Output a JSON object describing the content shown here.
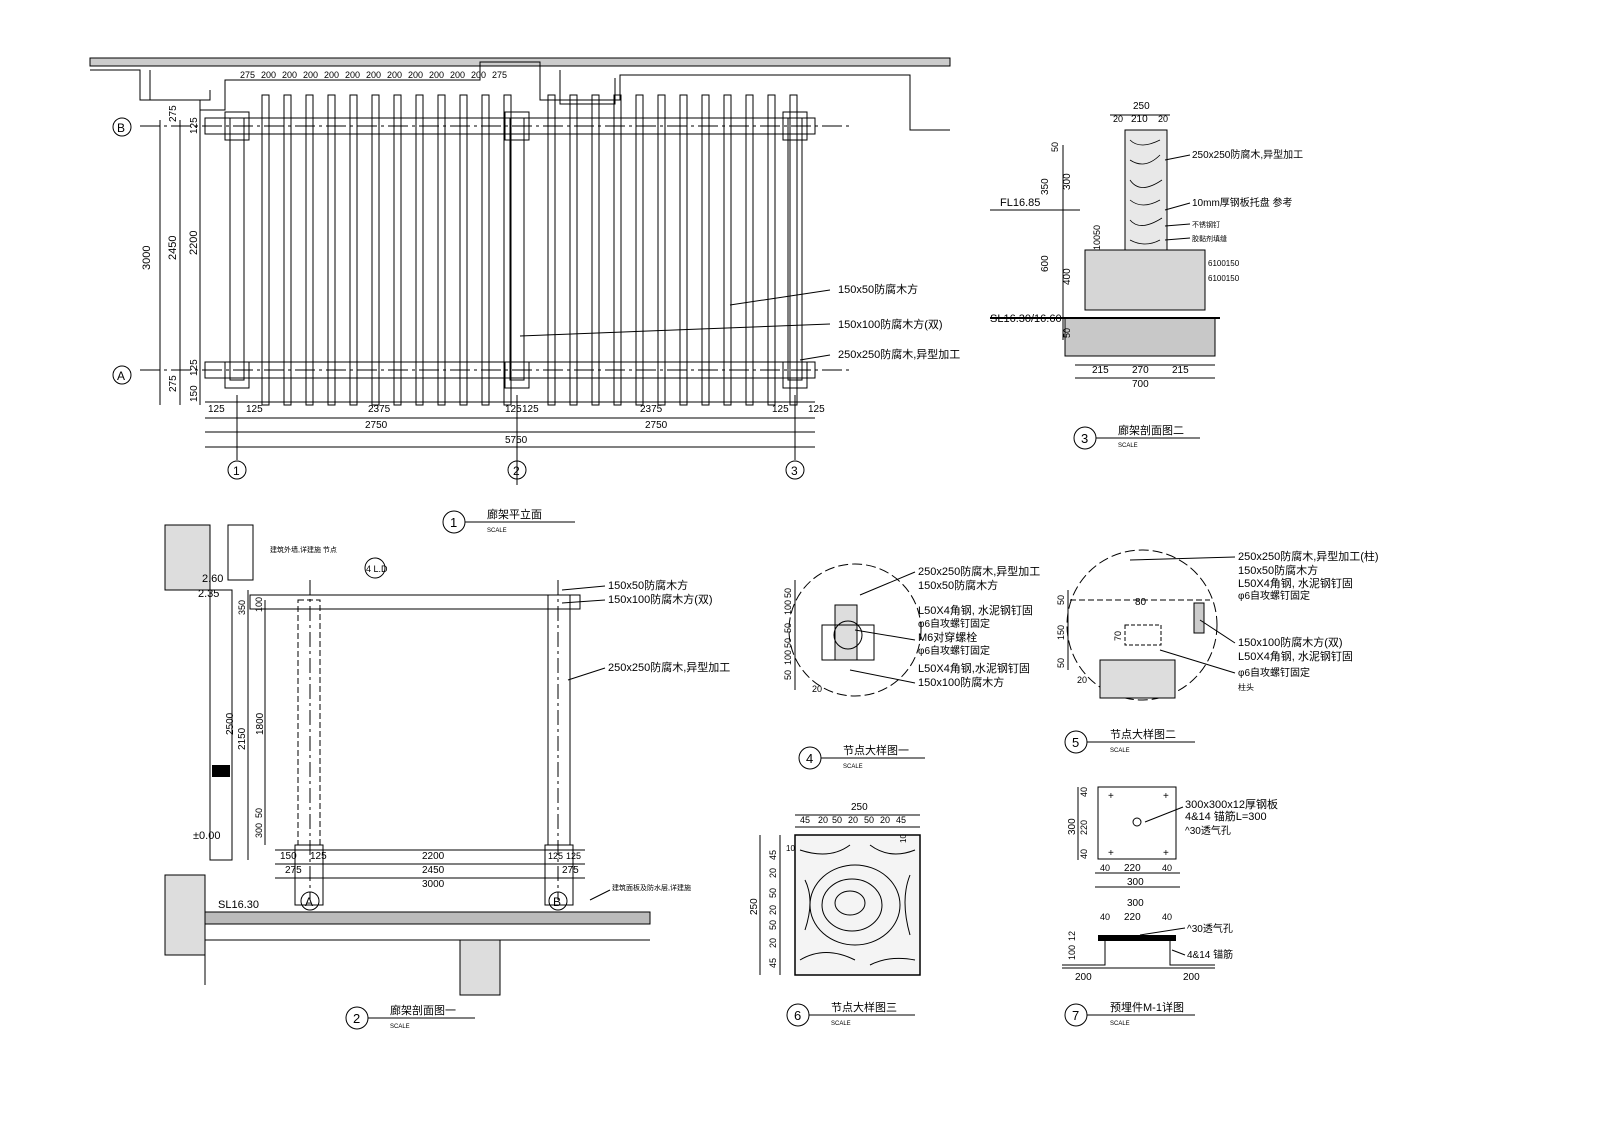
{
  "plan": {
    "axis_b": "B",
    "axis_a": "A",
    "grid1": "1",
    "grid2": "2",
    "grid3": "3",
    "top_dims": [
      "275",
      "200",
      "200",
      "200",
      "200",
      "200",
      "200",
      "200",
      "200",
      "200",
      "200",
      "200",
      "275"
    ],
    "side_dims": [
      "3000",
      "2450",
      "2200",
      "275",
      "125",
      "125",
      "275",
      "150",
      "125"
    ],
    "bottom_dims": [
      "125",
      "125",
      "2375",
      "125",
      "125",
      "2375",
      "125",
      "125",
      "2750",
      "2750",
      "5750"
    ],
    "labels": [
      "150x50防腐木方",
      "150x100防腐木方(双)",
      "250x250防腐木,异型加工"
    ]
  },
  "section3": {
    "top_dims": [
      "250",
      "20",
      "210",
      "20"
    ],
    "side_dims": [
      "50",
      "350",
      "300",
      "600",
      "400",
      "10050",
      "50"
    ],
    "level_fl": "FL16.85",
    "level_sl": "SL16.30/16.60",
    "labels": [
      "250x250防腐木,异型加工",
      "10mm厚钢板托盘 参考",
      "不锈钢钉",
      "胶黏剂填缝",
      "6100150",
      "6100150"
    ],
    "bottom_dims": [
      "215",
      "270",
      "215",
      "700"
    ],
    "title_no": "3",
    "title": "廊架剖面图二",
    "scale": "SCALE"
  },
  "elevation1": {
    "title_no": "1",
    "title": "廊架平立面",
    "scale": "SCALE"
  },
  "section2": {
    "level_260": "2.60",
    "level_235": "2.35",
    "level_000": "±0.00",
    "level_sl": "SL16.30",
    "side_dims": [
      "350",
      "100",
      "2500",
      "2150",
      "1800",
      "50",
      "300"
    ],
    "note_top": "建筑外墙,详建施 节点",
    "detail_ref": "4 L.D",
    "labels": [
      "150x50防腐木方",
      "150x100防腐木方(双)",
      "250x250防腐木,异型加工"
    ],
    "bottom_dims": [
      "150",
      "125",
      "2200",
      "125",
      "125",
      "275",
      "2450",
      "275",
      "3000"
    ],
    "axis_a": "A",
    "axis_b": "B",
    "slab_note": "建筑面板及防水层,详建施",
    "title_no": "2",
    "title": "廊架剖面图一",
    "scale": "SCALE"
  },
  "detail4": {
    "labels": [
      "250x250防腐木,异型加工",
      "150x50防腐木方",
      "L50X4角钢, 水泥钢钉固",
      "φ6自攻螺钉固定",
      "M6对穿螺栓",
      "φ6自攻螺钉固定",
      "L50X4角钢,水泥钢钉固",
      "150x100防腐木方"
    ],
    "side_dims": [
      "50",
      "100",
      "50",
      "50",
      "100",
      "50",
      "20"
    ],
    "title_no": "4",
    "title": "节点大样图一",
    "scale": "SCALE"
  },
  "detail5": {
    "labels": [
      "250x250防腐木,异型加工(柱)",
      "150x50防腐木方",
      "L50X4角钢, 水泥钢钉固",
      "φ6自攻螺钉固定",
      "150x100防腐木方(双)",
      "L50X4角钢, 水泥钢钉固",
      "φ6自攻螺钉固定",
      "柱头"
    ],
    "dims": [
      "80",
      "50",
      "150",
      "70",
      "50",
      "20"
    ],
    "title_no": "5",
    "title": "节点大样图二",
    "scale": "SCALE"
  },
  "detail6": {
    "top_total": "250",
    "top_dims": [
      "45",
      "20",
      "50",
      "20",
      "50",
      "20",
      "45"
    ],
    "side_total": "250",
    "side_dims": [
      "45",
      "20",
      "50",
      "20",
      "50",
      "20",
      "45"
    ],
    "small_dims": [
      "10",
      "10"
    ],
    "title_no": "6",
    "title": "节点大样图三",
    "scale": "SCALE"
  },
  "detail7": {
    "plate_label": "300x300x12厚钢板",
    "anchor_label": "4&14 锚筋L=300",
    "hole_label": "^30透气孔",
    "side_dims": [
      "40",
      "300",
      "220",
      "40"
    ],
    "plan_dims": [
      "40",
      "220",
      "40",
      "300"
    ],
    "sec_dims": [
      "300",
      "40",
      "220",
      "40"
    ],
    "sec_hole": "^30透气孔",
    "sec_anchor": "4&14 锚筋",
    "sec_side": [
      "100",
      "12"
    ],
    "sec_bottom": [
      "200",
      "200"
    ],
    "title_no": "7",
    "title": "预埋件M-1详图",
    "scale": "SCALE"
  }
}
